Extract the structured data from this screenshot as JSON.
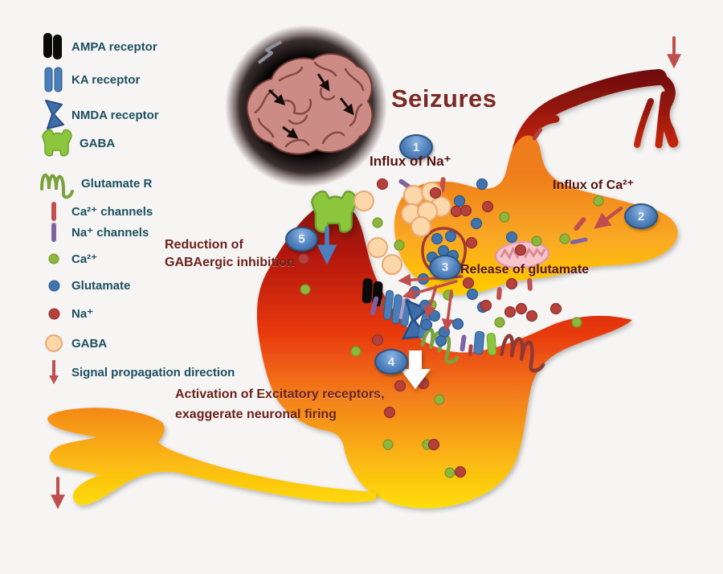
{
  "title": "Seizures",
  "legend": {
    "items": [
      {
        "icon": "ampa-receptor-icon",
        "label": "AMPA receptor"
      },
      {
        "icon": "ka-receptor-icon",
        "label": "KA receptor"
      },
      {
        "icon": "nmda-receptor-icon",
        "label": "NMDA receptor"
      },
      {
        "icon": "gaba-receptor-icon",
        "label": "GABA"
      },
      {
        "icon": "glutamate-receptor-icon",
        "label": "Glutamate R"
      },
      {
        "icon": "ca-channel-icon",
        "label": "Ca²⁺ channels"
      },
      {
        "icon": "na-channel-icon",
        "label": "Na⁺ channels"
      },
      {
        "icon": "ca-ion-icon",
        "label": "Ca²⁺"
      },
      {
        "icon": "glutamate-ion-icon",
        "label": "Glutamate"
      },
      {
        "icon": "na-ion-icon",
        "label": "Na⁺"
      },
      {
        "icon": "gaba-ion-icon",
        "label": "GABA"
      },
      {
        "icon": "signal-arrow-icon",
        "label": "Signal propagation direction"
      }
    ]
  },
  "steps": [
    {
      "num": "1",
      "label": "Influx of Na⁺"
    },
    {
      "num": "2",
      "label": "Influx of Ca²⁺"
    },
    {
      "num": "3",
      "label": "Release of glutamate"
    },
    {
      "num": "4",
      "line1": "Activation of Excitatory receptors,",
      "line2": "exaggerate neuronal firing"
    },
    {
      "num": "5",
      "line1": "Reduction of",
      "line2": "GABAergic inhibition"
    }
  ],
  "colors": {
    "ca_dot": "#8db63c",
    "glu_dot": "#4173ae",
    "na_dot": "#b6403c",
    "gaba_dot": "#fcd7a9",
    "ca_stroke": "#6f9428",
    "glu_stroke": "#2c5a8c",
    "na_stroke": "#8e2f2c",
    "gaba_stroke": "#eaa874",
    "arrow_red": "#bf4e4c",
    "arrow_blue": "#4a80c0",
    "badge_blue": "#4f81bd",
    "legend_text": "#1d4f60",
    "step_text": "#6b211a"
  },
  "dots": [
    [
      515,
      243,
      "gaba"
    ],
    [
      537,
      239,
      "gaba"
    ],
    [
      549,
      257,
      "gaba"
    ],
    [
      512,
      266,
      "gaba"
    ],
    [
      532,
      263,
      "gaba"
    ],
    [
      524,
      282,
      "gaba"
    ],
    [
      453,
      250,
      "gaba"
    ],
    [
      470,
      308,
      "gaba"
    ],
    [
      488,
      329,
      "gaba"
    ],
    [
      470,
      277,
      "ca"
    ],
    [
      497,
      305,
      "ca"
    ],
    [
      628,
      270,
      "ca"
    ],
    [
      668,
      300,
      "ca"
    ],
    [
      745,
      250,
      "ca"
    ],
    [
      703,
      297,
      "ca"
    ],
    [
      558,
      367,
      "ca"
    ],
    [
      537,
      379,
      "ca"
    ],
    [
      622,
      401,
      "ca"
    ],
    [
      718,
      401,
      "ca"
    ],
    [
      443,
      437,
      "ca"
    ],
    [
      380,
      360,
      "ca"
    ],
    [
      547,
      497,
      "ca"
    ],
    [
      483,
      553,
      "ca"
    ],
    [
      532,
      553,
      "ca"
    ],
    [
      560,
      588,
      "ca"
    ],
    [
      572,
      250,
      "glu"
    ],
    [
      600,
      229,
      "glu"
    ],
    [
      593,
      278,
      "glu"
    ],
    [
      637,
      295,
      "glu"
    ],
    [
      544,
      297,
      "glu"
    ],
    [
      561,
      294,
      "glu"
    ],
    [
      552,
      312,
      "glu"
    ],
    [
      538,
      320,
      "glu"
    ],
    [
      564,
      318,
      "glu"
    ],
    [
      527,
      347,
      "glu"
    ],
    [
      516,
      363,
      "glu"
    ],
    [
      529,
      380,
      "glu"
    ],
    [
      541,
      393,
      "glu"
    ],
    [
      531,
      404,
      "glu"
    ],
    [
      553,
      413,
      "glu"
    ],
    [
      570,
      403,
      "glu"
    ],
    [
      549,
      424,
      "glu"
    ],
    [
      588,
      366,
      "glu"
    ],
    [
      601,
      382,
      "glu"
    ],
    [
      476,
      229,
      "na"
    ],
    [
      542,
      240,
      "na"
    ],
    [
      568,
      263,
      "na"
    ],
    [
      580,
      262,
      "na"
    ],
    [
      607,
      257,
      "na"
    ],
    [
      587,
      302,
      "na"
    ],
    [
      648,
      311,
      "na"
    ],
    [
      583,
      352,
      "na"
    ],
    [
      637,
      353,
      "na"
    ],
    [
      605,
      380,
      "na"
    ],
    [
      635,
      388,
      "na"
    ],
    [
      649,
      384,
      "na"
    ],
    [
      662,
      393,
      "na"
    ],
    [
      692,
      384,
      "na"
    ],
    [
      378,
      322,
      "na"
    ],
    [
      470,
      423,
      "na"
    ],
    [
      498,
      480,
      "na"
    ],
    [
      527,
      477,
      "na"
    ],
    [
      485,
      513,
      "na"
    ],
    [
      540,
      553,
      "na"
    ],
    [
      573,
      587,
      "na"
    ]
  ]
}
